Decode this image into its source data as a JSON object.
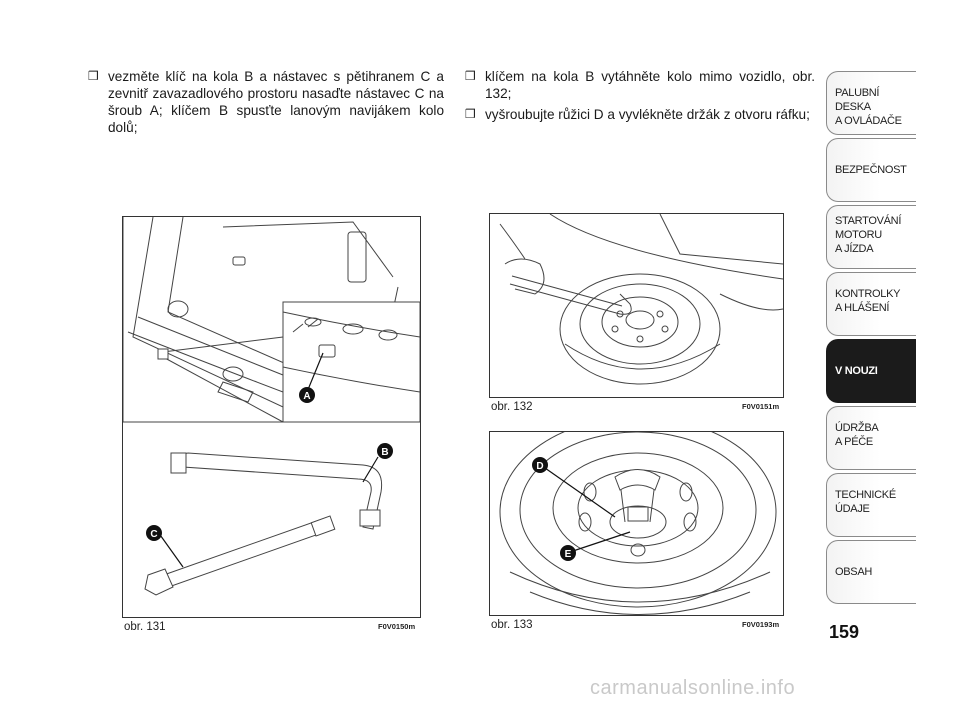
{
  "left_column": {
    "bullets": [
      "vezměte klíč na kola B a nástavec s pětihranem C a zevnitř zavazadlového prostoru nasaďte nástavec C na šroub A; klíčem B spusťte lanovým navijákem kolo dolů;"
    ]
  },
  "right_column": {
    "bullets": [
      "klíčem na kola B vytáhněte kolo mimo vozidlo, obr. 132;",
      "vyšroubujte růžici D a vyvlékněte držák z otvoru ráfku;"
    ]
  },
  "bullet_mark": "❒",
  "figures": [
    {
      "caption": "obr. 131",
      "code": "F0V0150m",
      "labels": [
        "A",
        "B",
        "C"
      ]
    },
    {
      "caption": "obr. 132",
      "code": "F0V0151m",
      "labels": []
    },
    {
      "caption": "obr. 133",
      "code": "F0V0193m",
      "labels": [
        "D",
        "E"
      ]
    }
  ],
  "sidebar": {
    "tabs": [
      {
        "label": "PALUBNÍ DESKA\nA OVLÁDAČE",
        "active": false
      },
      {
        "label": "BEZPEČNOST",
        "active": false
      },
      {
        "label": "STARTOVÁNÍ\nMOTORU\nA JÍZDA",
        "active": false
      },
      {
        "label": "KONTROLKY\nA HLÁŠENÍ",
        "active": false
      },
      {
        "label": "V NOUZI",
        "active": true
      },
      {
        "label": "ÚDRŽBA\nA PÉČE",
        "active": false
      },
      {
        "label": "TECHNICKÉ\nÚDAJE",
        "active": false
      },
      {
        "label": "OBSAH",
        "active": false
      }
    ]
  },
  "page_number": "159",
  "watermark": "carmanualsonline.info"
}
